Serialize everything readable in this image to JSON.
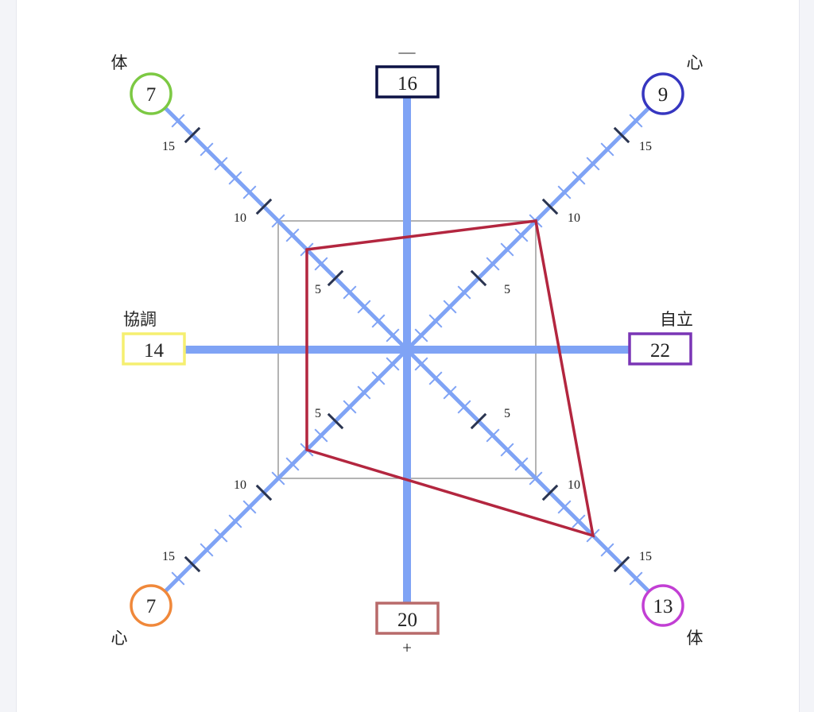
{
  "chart_data": {
    "type": "radar",
    "scale_max": 18,
    "tick_labels": [
      "5",
      "10",
      "15"
    ],
    "reference_square_value": 9,
    "axis_color": "#7fa3f5",
    "polygon_color": "#b3263f",
    "cardinal": {
      "top": {
        "label": "—",
        "value": "16",
        "color": "#0d1245"
      },
      "bottom": {
        "label": "+",
        "value": "20",
        "color": "#b86a6a"
      },
      "left": {
        "label": "協調",
        "value": "14",
        "color": "#f5ef70"
      },
      "right": {
        "label": "自立",
        "value": "22",
        "color": "#7a35b5"
      }
    },
    "diagonals": [
      {
        "id": "upper-left",
        "label": "体",
        "value": "7",
        "score": 7,
        "color": "#7cc943"
      },
      {
        "id": "upper-right",
        "label": "心",
        "value": "9",
        "score": 9,
        "color": "#3636c0"
      },
      {
        "id": "lower-right",
        "label": "体",
        "value": "13",
        "score": 13,
        "color": "#c23fd4"
      },
      {
        "id": "lower-left",
        "label": "心",
        "value": "7",
        "score": 7,
        "color": "#f0883a"
      }
    ]
  }
}
